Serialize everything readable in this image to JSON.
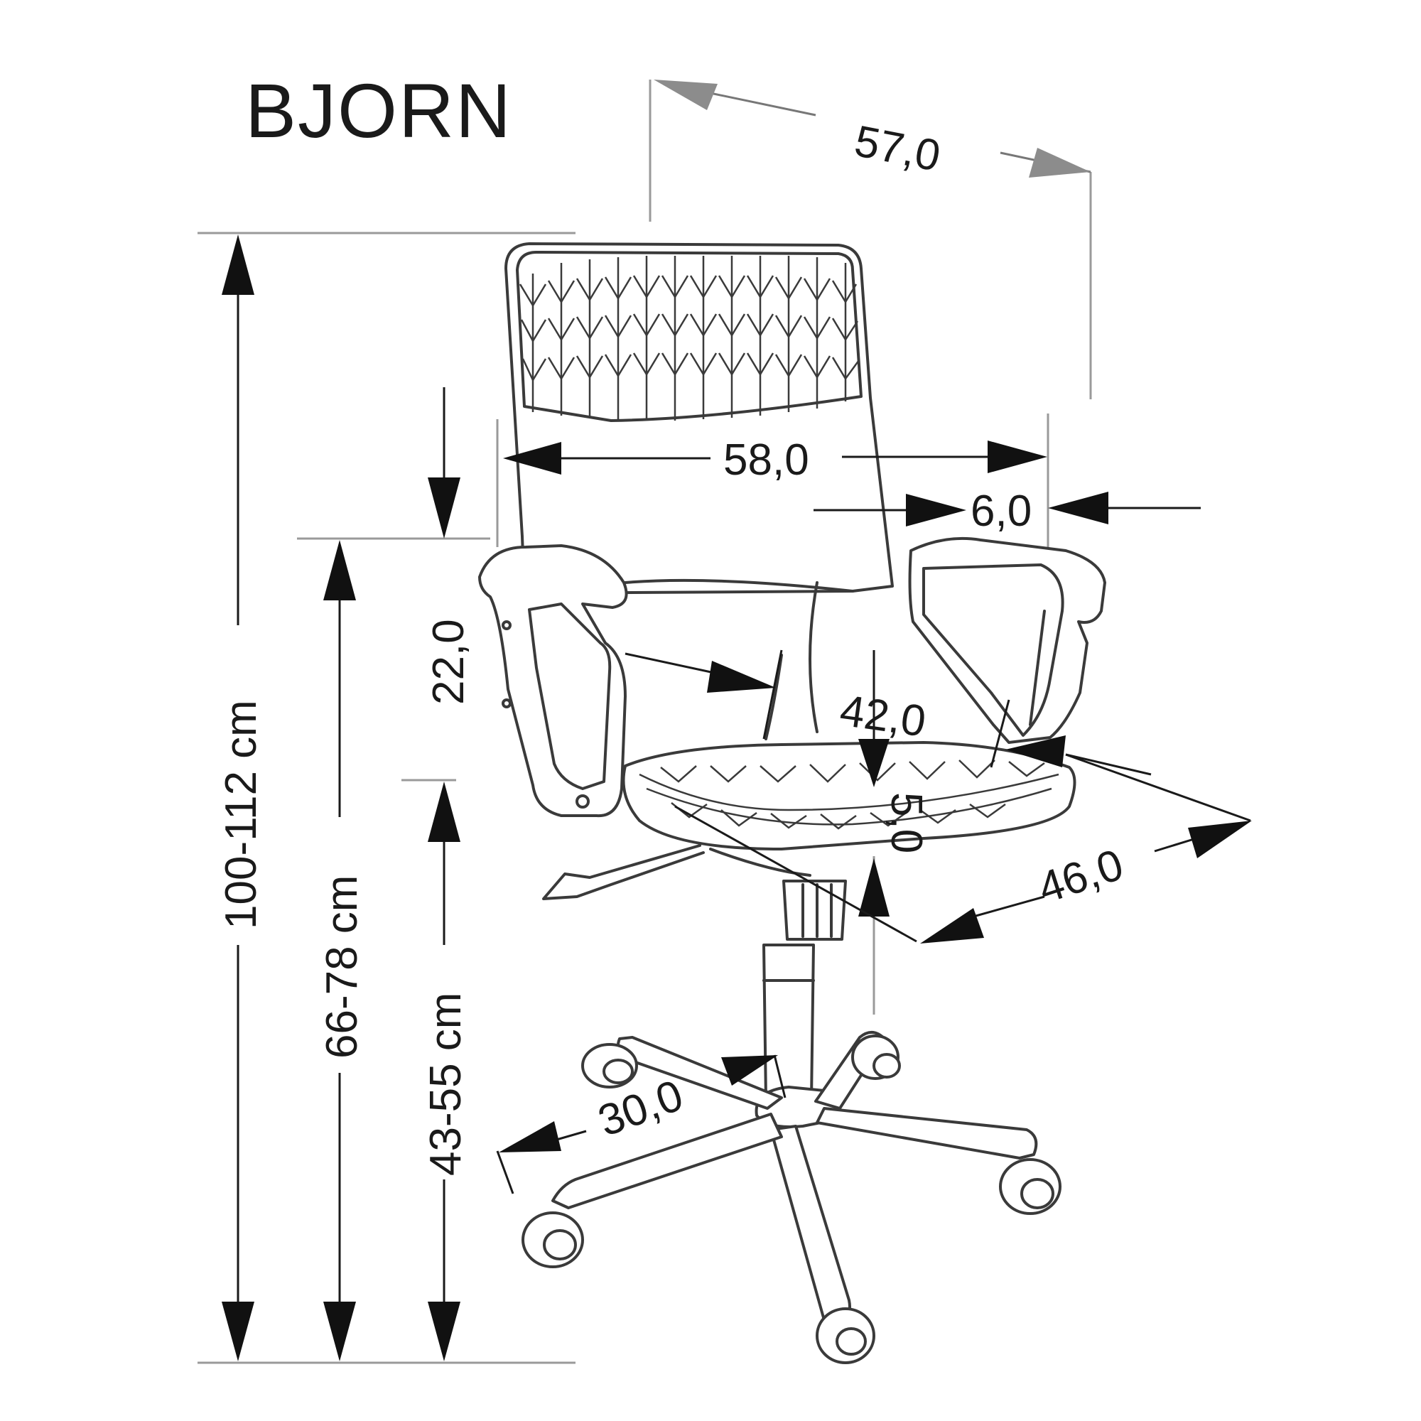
{
  "title": "BJORN",
  "dimensions": {
    "width_top": "57,0",
    "armrest_width": "58,0",
    "armrest_thickness": "6,0",
    "armrest_height": "22,0",
    "seat_width": "42,0",
    "seat_thickness": "5,0",
    "seat_depth": "46,0",
    "base_radius": "30,0",
    "total_height": "100-112 cm",
    "armrest_floor_height": "66-78 cm",
    "seat_height": "43-55 cm"
  }
}
